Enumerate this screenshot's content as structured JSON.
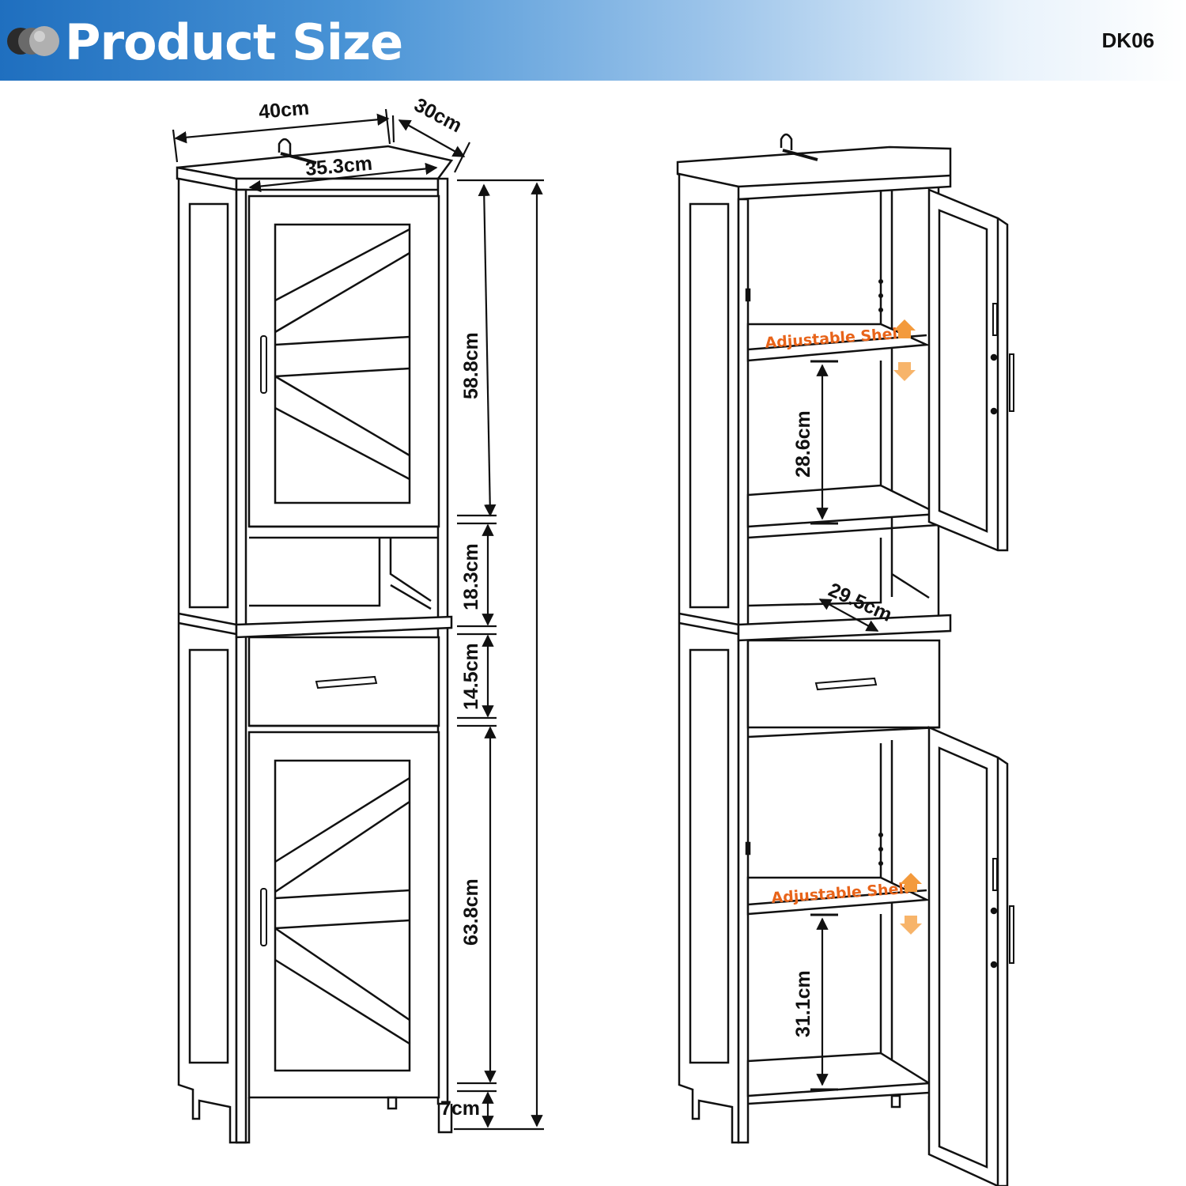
{
  "header": {
    "title": "Product Size",
    "model_code": "DK06",
    "logo_icon": "sphere-logo-icon",
    "accent_color": "#1f6fbf"
  },
  "dimensions": {
    "width": "40cm",
    "depth": "30cm",
    "inner_width": "35.3cm",
    "upper_cabinet_height": "58.8cm",
    "open_shelf_height": "18.3cm",
    "drawer_height": "14.5cm",
    "lower_cabinet_height": "63.8cm",
    "leg_height": "7cm",
    "upper_shelf_spacing": "28.6cm",
    "inner_depth": "29.5cm",
    "lower_shelf_spacing": "31.1cm"
  },
  "labels": {
    "adjustable_shelf_upper": "Adjustable Shelf",
    "adjustable_shelf_lower": "Adjustable Shelf"
  },
  "colors": {
    "shelf_label": "#e8641a",
    "shelf_arrow_up": "#f39a3c",
    "shelf_arrow_down": "#f7b46a"
  }
}
